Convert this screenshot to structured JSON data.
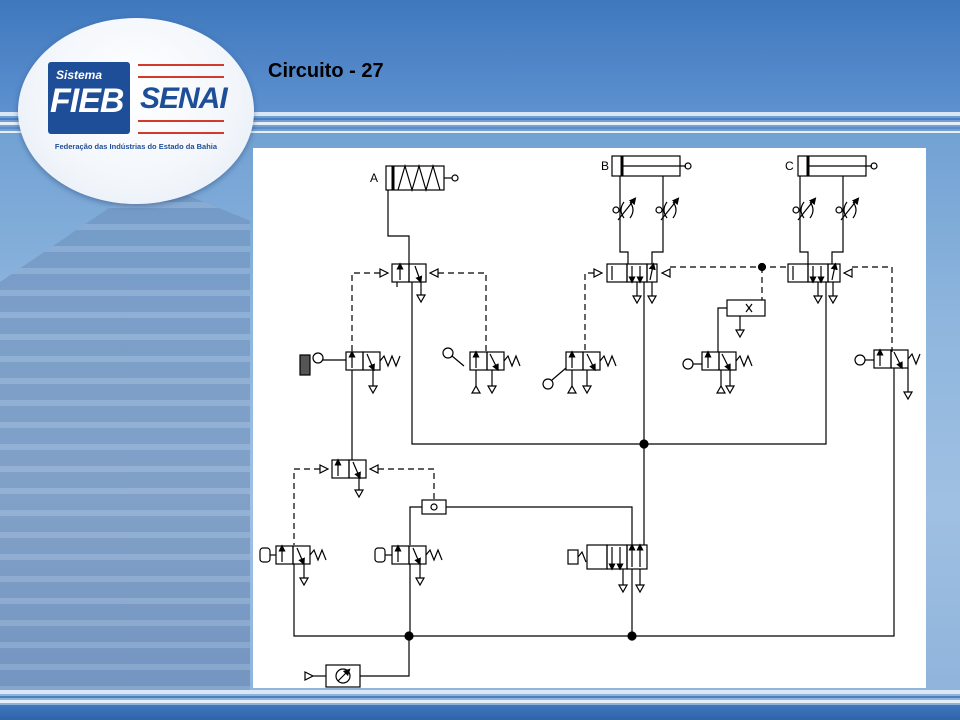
{
  "slide": {
    "title": "Circuito - 27"
  },
  "logo": {
    "sistema": "Sistema",
    "fieb": "FIEB",
    "senai": "SENAI",
    "subtitle": "Federação das Indústrias do Estado da Bahia"
  },
  "diagram": {
    "cylinder_labels": {
      "a": "A",
      "b": "B",
      "c": "C"
    },
    "colors": {
      "line": "#000000",
      "background": "#ffffff",
      "brand_blue": "#1f4e99",
      "brand_red": "#d33a2c"
    }
  }
}
